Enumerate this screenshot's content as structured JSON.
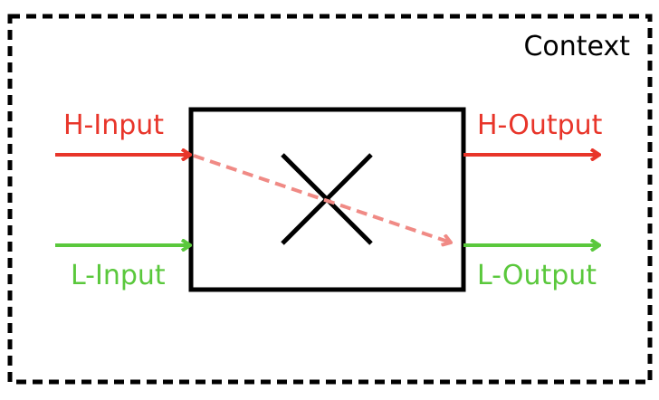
{
  "context_label": "Context",
  "inputs": {
    "high": "H-Input",
    "low": "L-Input"
  },
  "outputs": {
    "high": "H-Output",
    "low": "L-Output"
  },
  "colors": {
    "high": "#e8352a",
    "low": "#5ac83c",
    "leak": "#f08a85",
    "border": "#000000"
  }
}
